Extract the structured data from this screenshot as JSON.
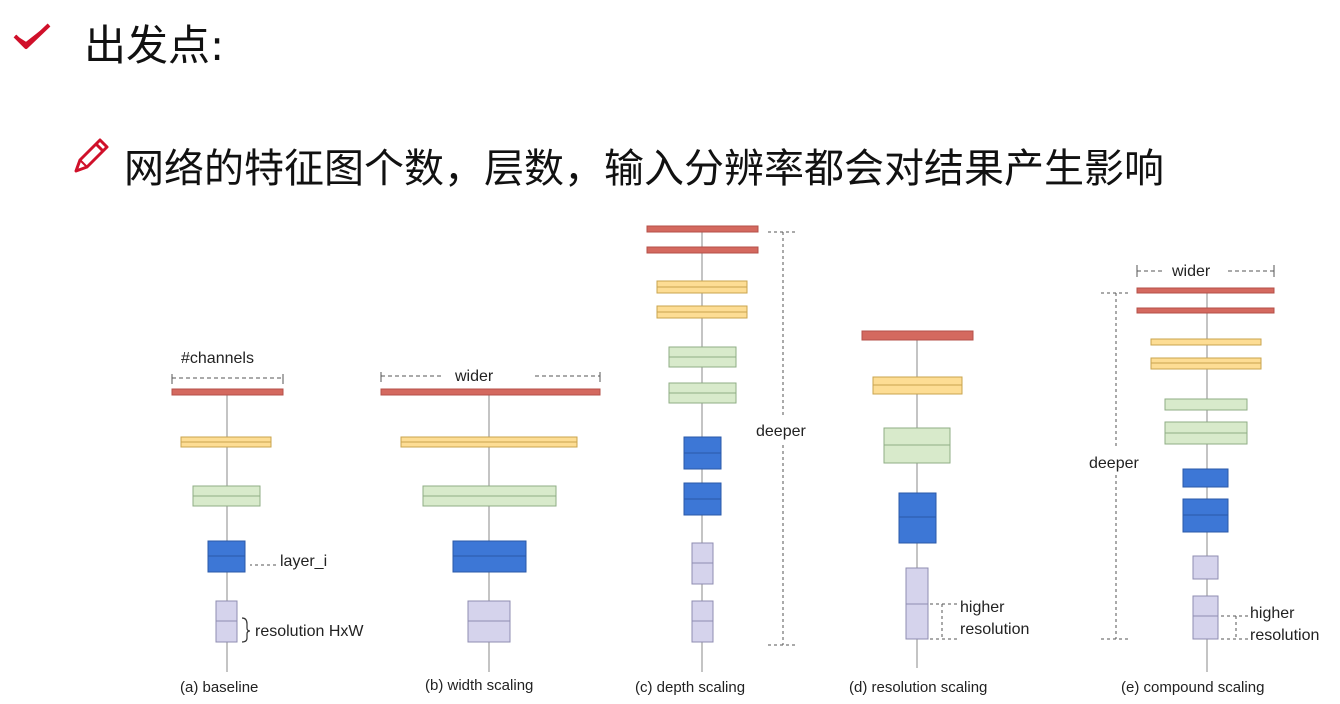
{
  "heading": "出发点:",
  "bullet": "网络的特征图个数，层数，输入分辨率都会对结果产生影响",
  "icons": {
    "heading": "check-icon",
    "bullet": "pencil-icon"
  },
  "colors": {
    "accent": "#d0102a",
    "red_block": "#d4695f",
    "yellow_block": "#fddd94",
    "green_block": "#d8eacb",
    "blue_block": "#3d77d6",
    "purple_block": "#d5d3ec"
  },
  "diagram": {
    "captions": {
      "a": "(a) baseline",
      "b": "(b) width scaling",
      "c": "(c) depth scaling",
      "d": "(d) resolution scaling",
      "e": "(e) compound scaling"
    },
    "annotations": {
      "channels": "#channels",
      "layer": "layer_i",
      "resolution": "resolution HxW",
      "wider_b": "wider",
      "deeper_c": "deeper",
      "higher_d": "higher",
      "resolution_d": "resolution",
      "wider_e": "wider",
      "deeper_e": "deeper",
      "higher_e": "higher",
      "resolution_e": "resolution"
    }
  }
}
